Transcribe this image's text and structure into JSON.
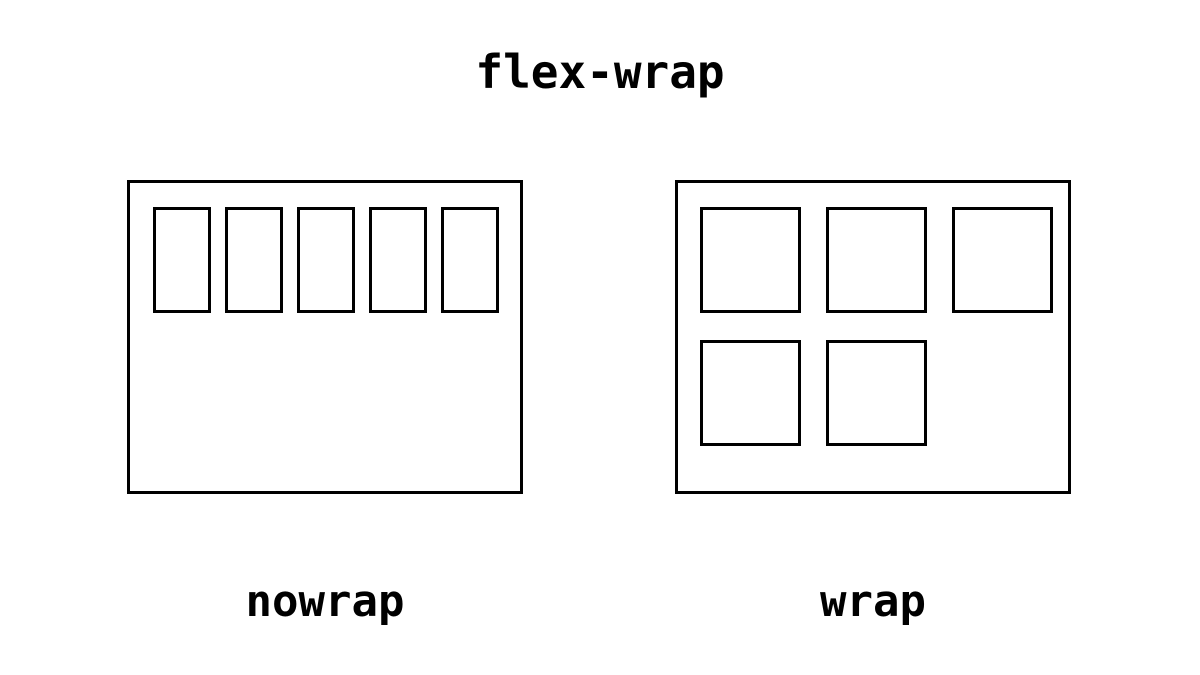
{
  "title": "flex-wrap",
  "panels": [
    {
      "caption": "nowrap",
      "item_count": 5
    },
    {
      "caption": "wrap",
      "item_count": 5
    }
  ],
  "colors": {
    "background": "#ffffff",
    "stroke": "#000000"
  }
}
